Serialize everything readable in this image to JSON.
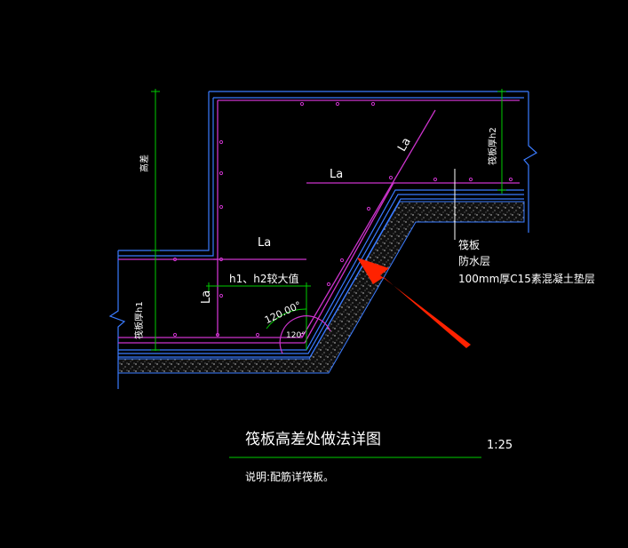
{
  "drawing": {
    "title": "筏板高差处做法详图",
    "scale": "1:25",
    "note": "说明:配筋详筏板。",
    "labels": {
      "la_diagonal": "La",
      "la_upper": "La",
      "la_lower": "La",
      "la_vertical": "La",
      "h1_h2": "h1、h2较大值",
      "angle_large": "120.00°",
      "angle_small": "120°",
      "height_diff": "高差",
      "raft_thickness_h1": "筏板厚h1",
      "raft_thickness_h2": "筏板厚h2",
      "layer_raft": "筏板",
      "layer_waterproof": "防水层",
      "layer_cushion": "100mm厚C15素混凝土垫层"
    }
  },
  "colors": {
    "background": "#000000",
    "outline": "#3a7bff",
    "rebar": "#cc33cc",
    "dimension": "#00cc00",
    "text": "#ffffff",
    "arrow": "#ff2200"
  }
}
